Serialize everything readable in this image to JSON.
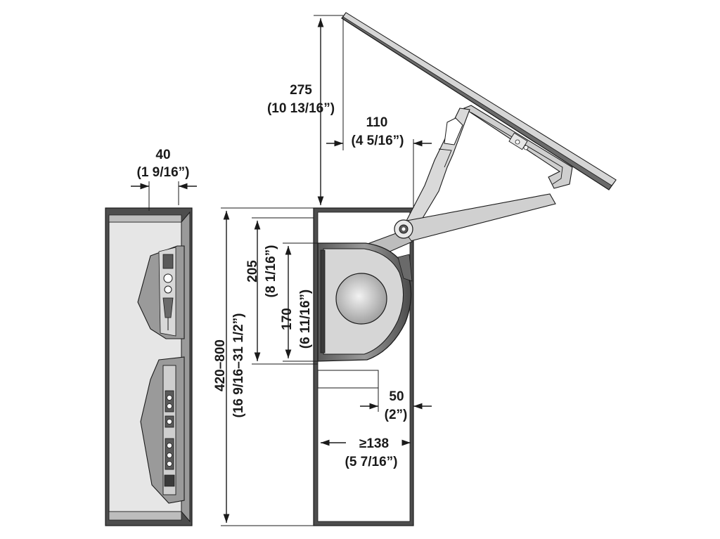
{
  "dimensions": {
    "d275": {
      "metric": "275",
      "imperial": "(10 13/16”)"
    },
    "d110": {
      "metric": "110",
      "imperial": "(4 5/16”)"
    },
    "d40": {
      "metric": "40",
      "imperial": "(1 9/16”)"
    },
    "d205": {
      "metric": "205",
      "imperial": "(8 1/16”)"
    },
    "d170": {
      "metric": "170",
      "imperial": "(6 11/16”)"
    },
    "d420": {
      "metric": "420–800",
      "imperial": "(16 9/16–31 1/2”)"
    },
    "d50": {
      "metric": "50",
      "imperial": "(2”)"
    },
    "d138": {
      "metric": "≥138",
      "imperial": "(5 7/16”)"
    }
  },
  "colors": {
    "line": "#1a1a1a",
    "cabinet_side": "#4a4a4a",
    "cabinet_face": "#e2e2e2",
    "mechanism_dark": "#3a3a3a",
    "mechanism_mid": "#8a8a8a",
    "mechanism_light": "#d0d0d0"
  }
}
